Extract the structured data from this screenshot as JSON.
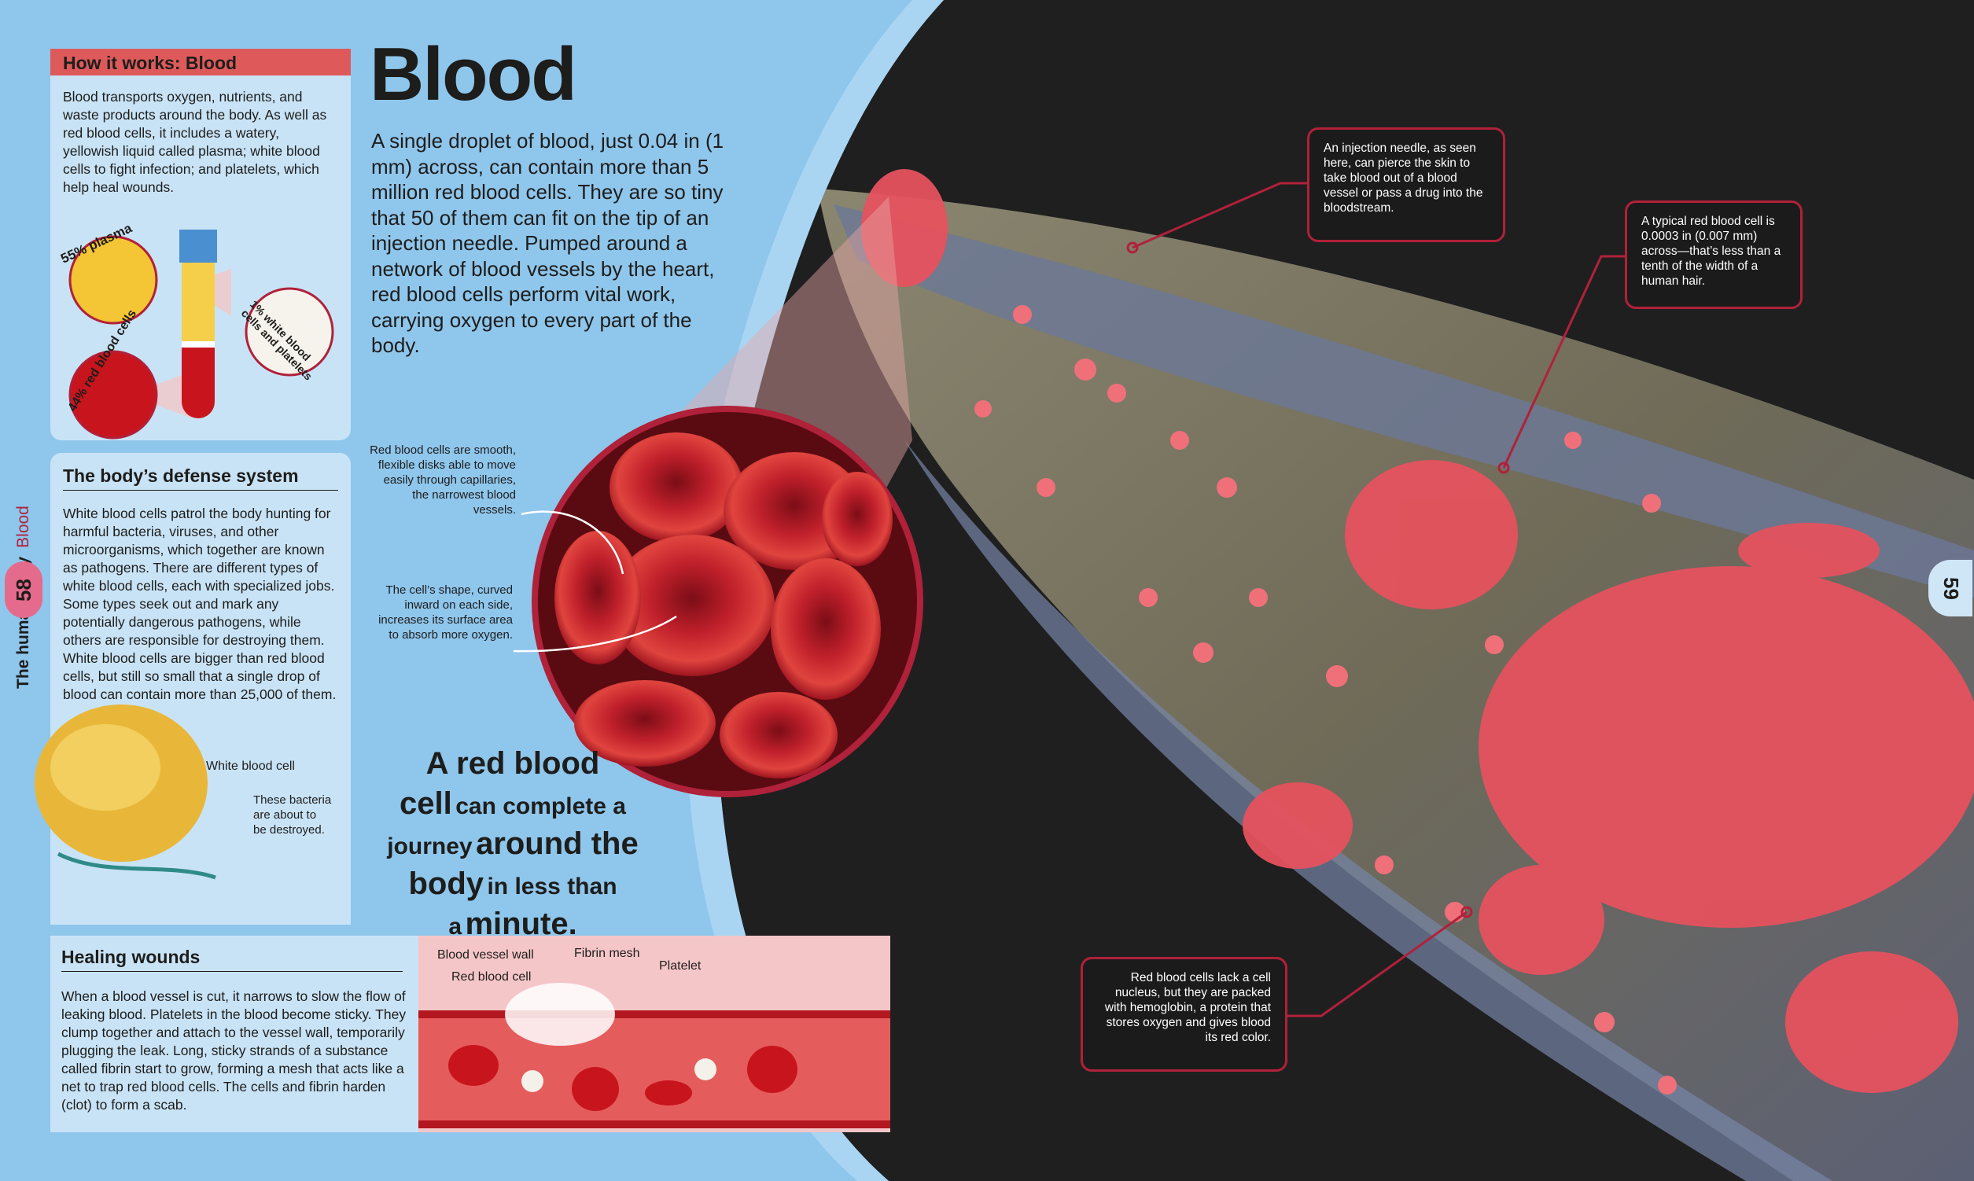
{
  "page": {
    "title": "Blood",
    "intro": "A single droplet of blood, just 0.04 in (1 mm) across, can contain more than 5 million red blood cells. They are so tiny that 50 of them can fit on the tip of an injection needle. Pumped around a network of blood vessels by the heart, red blood cells perform vital work, carrying oxygen to every part of the body.",
    "side_section": "The human body",
    "side_topic": "Blood",
    "page_left": "58",
    "page_right": "59"
  },
  "how_it_works": {
    "heading": "How it works: Blood",
    "text": "Blood transports oxygen, nutrients, and waste products around the body. As well as red blood cells, it includes a watery, yellowish liquid called plasma; white blood cells to fight infection; and platelets, which help heal wounds.",
    "label_plasma": "55% plasma",
    "label_red": "44% red blood cells",
    "label_white": "1% white blood cells and platelets"
  },
  "defense": {
    "heading": "The body’s defense system",
    "text": "White blood cells patrol the body hunting for harmful bacteria, viruses, and other microorganisms, which together are known as pathogens. There are different types of white blood cells, each with specialized jobs. Some types seek out and mark any potentially dangerous pathogens, while others are responsible for destroying them. White blood cells are bigger than red blood cells, but still so small that a single drop of blood can contain more than 25,000 of them.",
    "label_wbc": "White blood cell",
    "label_bacteria": "These bacteria are about to be destroyed."
  },
  "wounds": {
    "heading": "Healing wounds",
    "text": "When a blood vessel is cut, it narrows to slow the flow of leaking blood. Platelets in the blood become sticky. They clump together and attach to the vessel wall, temporarily plugging the leak. Long, sticky strands of a substance called fibrin start to grow, forming a mesh that acts like a net to trap red blood cells. The cells and fibrin harden (clot) to form a scab.",
    "label_wall": "Blood vessel wall",
    "label_fibrin": "Fibrin mesh",
    "label_rbc": "Red blood cell",
    "label_platelet": "Platelet"
  },
  "callouts": {
    "smooth": "Red blood cells are smooth, flexible disks able to move easily through capillaries, the narrowest blood vessels.",
    "shape": "The cell’s shape, curved inward on each side, increases its surface area to absorb more oxygen."
  },
  "quote": {
    "p1": "A red blood",
    "p2": "cell",
    "p3": "can complete a",
    "p4": "journey",
    "p5": "around the",
    "p6": "body",
    "p7": "in less than",
    "p8": "a",
    "p9": "minute."
  },
  "notes": {
    "needle": "An injection needle, as seen here, can pierce the skin to take blood out of a blood vessel or pass a drug into the bloodstream.",
    "size": "A typical red blood cell is 0.0003 in (0.007 mm) across—that’s less than a tenth of the width of a human hair.",
    "nucleus": "Red blood cells lack a cell nucleus, but they are packed with hemoglobin, a protein that stores oxygen and gives blood its red color."
  },
  "colors": {
    "accent_red": "#b0213a",
    "panel_blue": "#c9e3f6",
    "bg_blue": "#8fc6ec",
    "photo_dark": "#1f1f1f"
  }
}
